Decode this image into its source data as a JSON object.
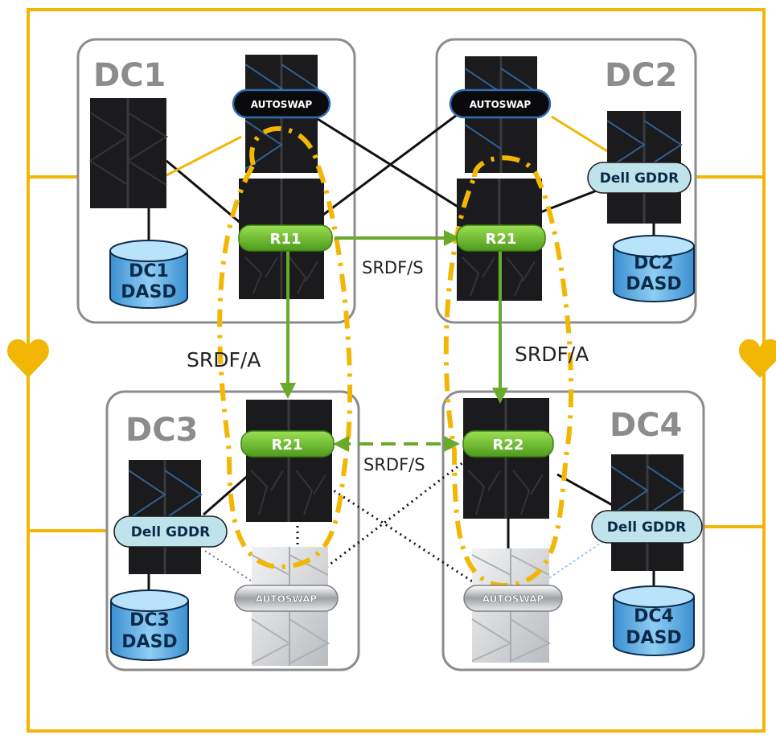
{
  "colors": {
    "frame": "#f2b705",
    "box_border": "#8c8c8c",
    "replication": "#6aaa2a",
    "volume_ring": "#7cc43a",
    "gddr_fill": "#bfe3ea",
    "dasd_fill": "#5aa9e0",
    "black_server": "#1b1b1d",
    "grey_server": "#d4d6d8"
  },
  "datacenters": [
    {
      "id": "dc1",
      "label": "DC1",
      "dasd_line1": "DC1",
      "dasd_line2": "DASD",
      "volume": "R11",
      "autoswap": "AUTOSWAP"
    },
    {
      "id": "dc2",
      "label": "DC2",
      "dasd_line1": "DC2",
      "dasd_line2": "DASD",
      "volume": "R21",
      "autoswap": "AUTOSWAP",
      "gddr": "Dell GDDR"
    },
    {
      "id": "dc3",
      "label": "DC3",
      "dasd_line1": "DC3",
      "dasd_line2": "DASD",
      "volume": "R21",
      "autoswap": "AUTOSWAP",
      "gddr": "Dell GDDR"
    },
    {
      "id": "dc4",
      "label": "DC4",
      "dasd_line1": "DC4",
      "dasd_line2": "DASD",
      "volume": "R22",
      "autoswap": "AUTOSWAP",
      "gddr": "Dell GDDR"
    }
  ],
  "links": {
    "r11_to_r21_sync": "SRDF/S",
    "dc1_to_dc3_async": "SRDF/A",
    "dc2_to_dc4_async": "SRDF/A",
    "dc3_to_dc4_sync": "SRDF/S"
  },
  "icons": [
    "heart-icon-left",
    "heart-icon-right"
  ]
}
